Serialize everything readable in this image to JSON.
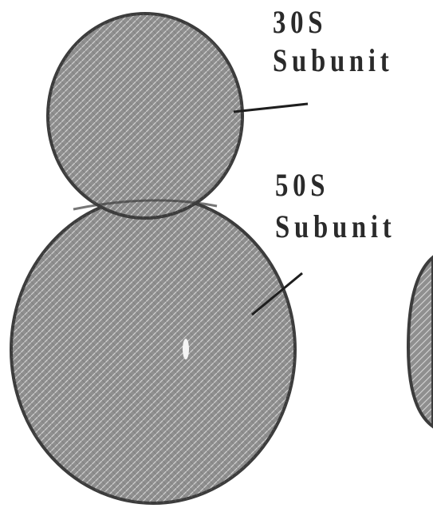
{
  "diagram": {
    "labels": {
      "subunit_30s": {
        "line1": "30S",
        "line2": "Subunit"
      },
      "subunit_50s": {
        "line1": "50S",
        "line2": "Subunit"
      }
    },
    "colors": {
      "fill_dark": "#8f8f8f",
      "fill_light": "#d6d6d6",
      "outline": "#3c3c3c",
      "text": "#2a2a2a"
    }
  }
}
